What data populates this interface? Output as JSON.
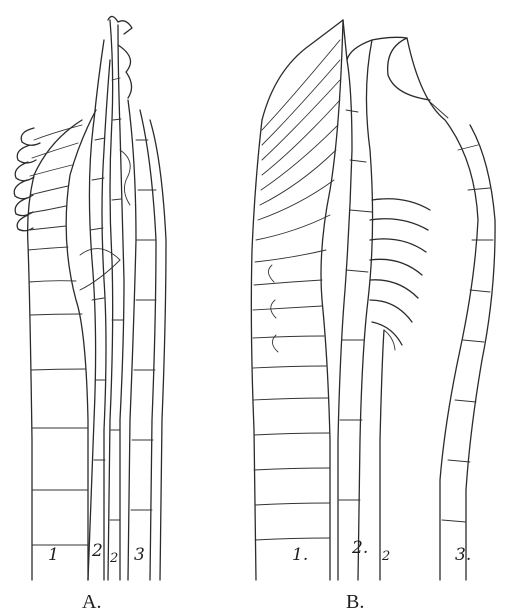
{
  "figure": {
    "panels": [
      {
        "caption": "A.",
        "labels": [
          "1",
          "2",
          "2",
          "3"
        ]
      },
      {
        "caption": "B.",
        "labels": [
          "1.",
          "2.",
          "2",
          "3."
        ]
      }
    ]
  }
}
